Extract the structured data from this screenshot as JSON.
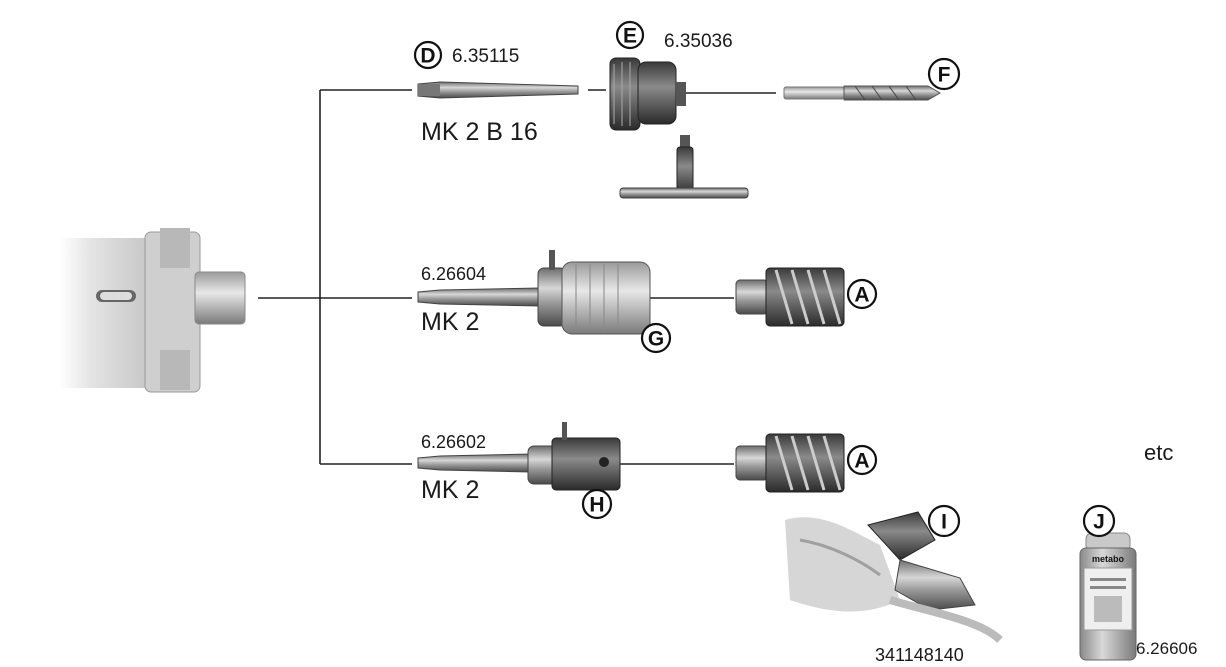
{
  "parts": {
    "D": {
      "letter": "D",
      "code": "6.35115",
      "label": "MK 2 B 16"
    },
    "E": {
      "letter": "E",
      "code": "6.35036"
    },
    "F": {
      "letter": "F"
    },
    "G": {
      "letter": "G",
      "code": "6.26604",
      "label": "MK 2"
    },
    "A1": {
      "letter": "A"
    },
    "H": {
      "letter": "H",
      "code": "6.26602",
      "label": "MK 2"
    },
    "A2": {
      "letter": "A"
    },
    "I": {
      "letter": "I",
      "code": "341148140"
    },
    "J": {
      "letter": "J",
      "code": "6.26606",
      "can_brand": "metabo"
    }
  },
  "etc_text": "etc",
  "colors": {
    "line": "#222222",
    "metal_dark": "#555555",
    "metal_light": "#bdbdbd",
    "text": "#1a1a1a"
  }
}
